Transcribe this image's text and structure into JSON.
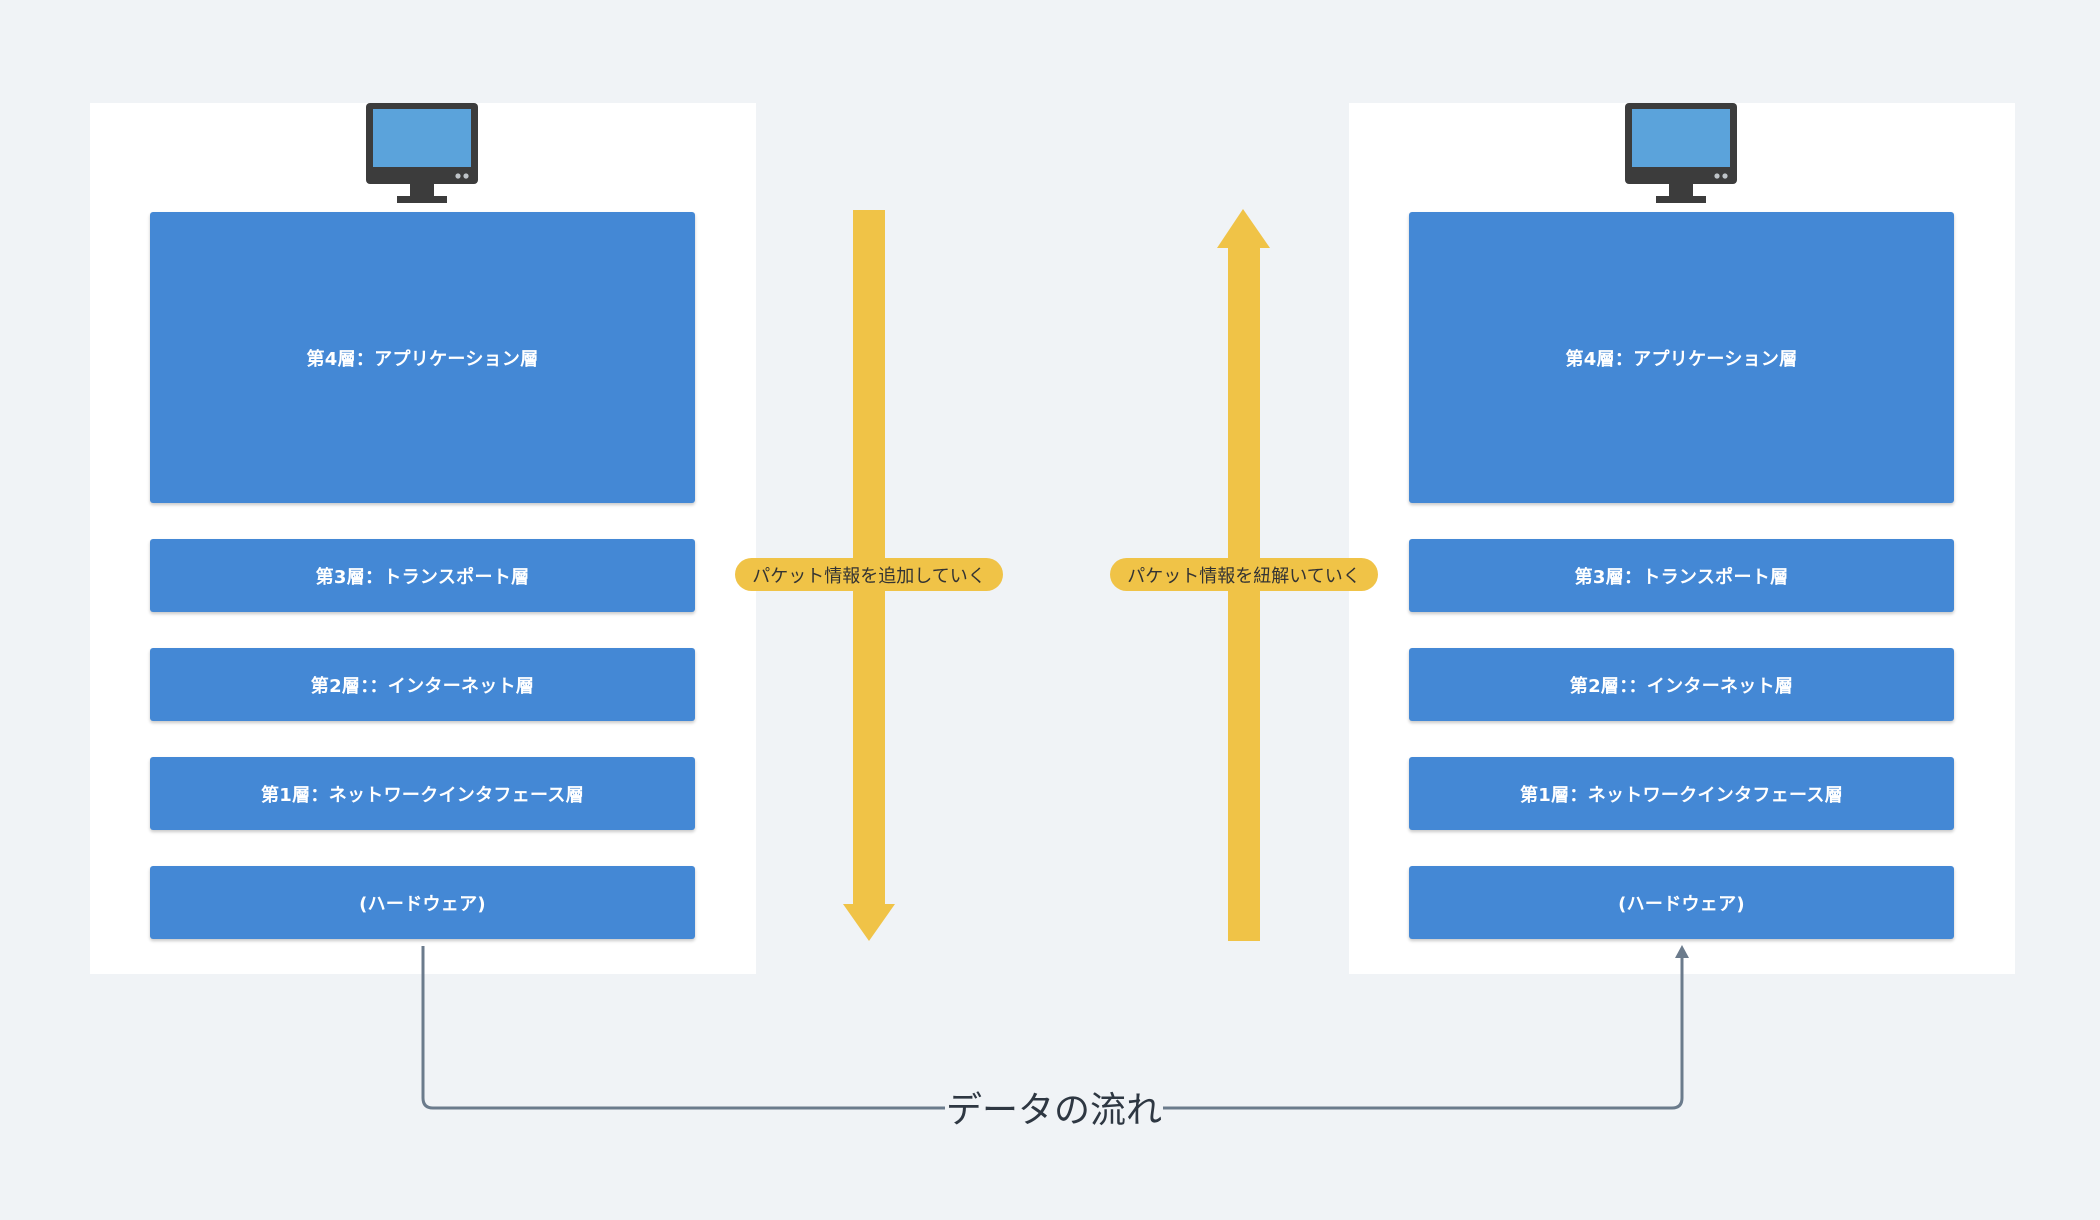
{
  "hosts": [
    {
      "icon": "monitor-icon",
      "layers": [
        {
          "label": "第4層：アプリケーション層"
        },
        {
          "label": "第3層：トランスポート層"
        },
        {
          "label": "第2層：：インターネット層"
        },
        {
          "label": "第1層：ネットワークインタフェース層"
        },
        {
          "label": "(ハードウェア)"
        }
      ]
    },
    {
      "icon": "monitor-icon",
      "layers": [
        {
          "label": "第4層：アプリケーション層"
        },
        {
          "label": "第3層：トランスポート層"
        },
        {
          "label": "第2層：：インターネット層"
        },
        {
          "label": "第1層：ネットワークインタフェース層"
        },
        {
          "label": "(ハードウェア)"
        }
      ]
    }
  ],
  "arrows": {
    "down_label": "パケット情報を追加していく",
    "up_label": "パケット情報を紐解いていく"
  },
  "flow_label": "データの流れ",
  "colors": {
    "background": "#f0f3f6",
    "panel": "#ffffff",
    "layer": "#4488d5",
    "arrow": "#f0c347",
    "connector": "#6b7b8c",
    "monitor_body": "#3c3c3c",
    "monitor_screen": "#5ba3db"
  }
}
